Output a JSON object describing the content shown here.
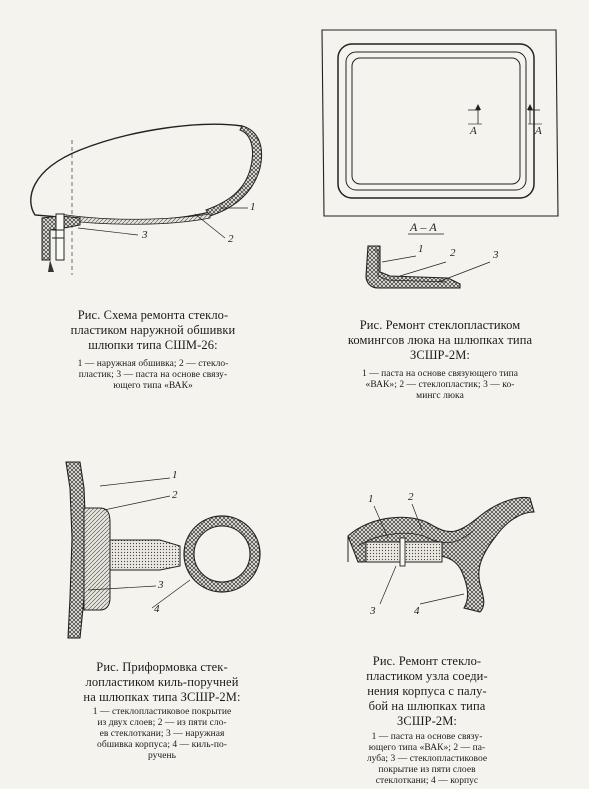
{
  "figures": [
    {
      "id": "fig1",
      "labels": [
        "1",
        "2",
        "3"
      ],
      "caption": [
        "Рис.    Схема ремонта стекло-",
        "пластиком наружной обшивки",
        "шлюпки типа СШМ-26:"
      ],
      "legend": [
        "1 — наружная обшивка; 2 — стекло-",
        "пластик; 3 — паста на основе связу-",
        "ющего типа «ВАК»"
      ]
    },
    {
      "id": "fig2",
      "section_marks": [
        "А",
        "А"
      ],
      "section_title": "А – А",
      "labels": [
        "1",
        "2",
        "3"
      ],
      "caption": [
        "Рис.     Ремонт стеклопластиком",
        "комингсов люка на шлюпках типа",
        "ЗСШР-2М:"
      ],
      "legend": [
        "1 — паста на основе связующего типа",
        "«ВАК»; 2 — стеклопластик; 3 — ко-",
        "мингс люка"
      ]
    },
    {
      "id": "fig3",
      "labels": [
        "1",
        "2",
        "3",
        "4"
      ],
      "caption": [
        "Рис.    Приформовка стек-",
        "лопластиком киль-поручней",
        "на шлюпках типа ЗСШР-2М:"
      ],
      "legend": [
        "1 — стеклопластиковое покрытие",
        "из двух слоев; 2 — из пяти сло-",
        "ев стеклоткани; 3 — наружная",
        "обшивка корпуса; 4 — киль-по-",
        "ручень"
      ]
    },
    {
      "id": "fig4",
      "labels": [
        "1",
        "2",
        "3",
        "4"
      ],
      "caption": [
        "Рис.      Ремонт стекло-",
        "пластиком узла соеди-",
        "нения корпуса с палу-",
        "бой на шлюпках типа",
        "ЗСШР-2М:"
      ],
      "legend": [
        "1 — паста на основе связу-",
        "ющего типа «ВАК»; 2 — па-",
        "луба; 3 — стеклопластиковое",
        "покрытие из пяти слоев",
        "стеклоткани; 4 — корпус"
      ]
    }
  ]
}
